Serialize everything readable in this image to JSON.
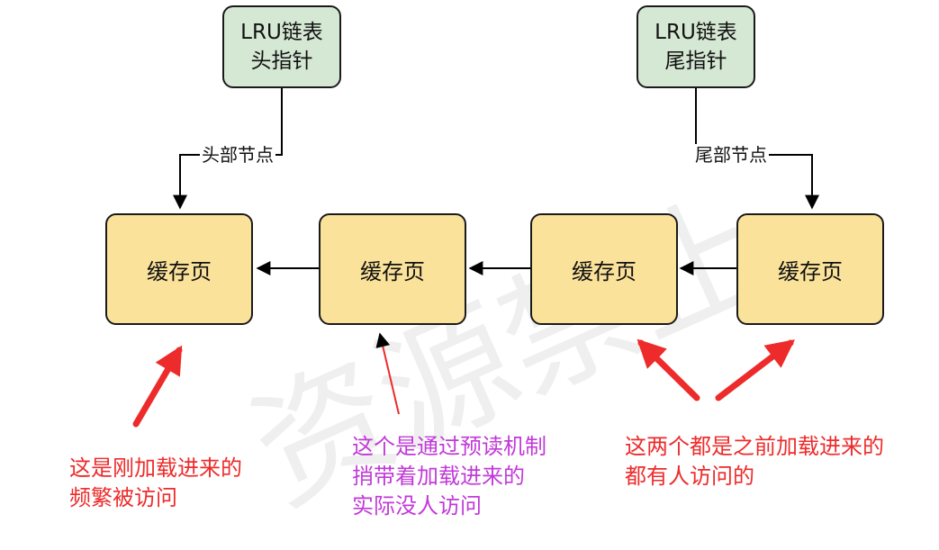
{
  "pointers": {
    "head": "LRU链表\n头指针",
    "tail": "LRU链表\n尾指针"
  },
  "edge_labels": {
    "head_node": "头部节点",
    "tail_node": "尾部节点"
  },
  "cache_pages": [
    {
      "label": "缓存页"
    },
    {
      "label": "缓存页"
    },
    {
      "label": "缓存页"
    },
    {
      "label": "缓存页"
    }
  ],
  "annotations": {
    "recent": "这是刚加载进来的\n频繁被访问",
    "prefetch": "这个是通过预读机制\n捎带着加载进来的\n实际没人访问",
    "older": "这两个都是之前加载进来的\n都有人访问的"
  },
  "colors": {
    "pointer_fill": "#d5e8d4",
    "cache_fill": "#fbe29a",
    "annotation_red": "#ee2b2b",
    "annotation_purple": "#c13ad8"
  },
  "watermark": "资源禁止"
}
